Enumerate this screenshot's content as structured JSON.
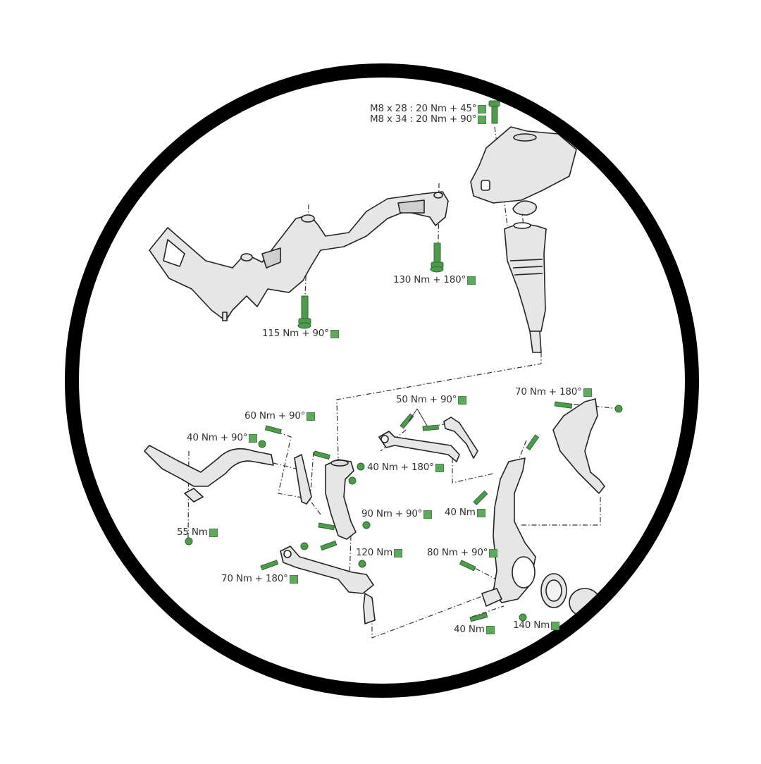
{
  "diagram": {
    "type": "exploded-view",
    "subject": "front axle suspension assembly",
    "colors": {
      "ring": "#000000",
      "part_fill": "#e6e6e6",
      "part_stroke": "#222222",
      "fastener": "#4f9a4f",
      "torque_marker": "#5fa95f",
      "label_text": "#333333"
    },
    "labels": {
      "strut_mount_m8x28": "M8 x 28 : 20 Nm + 45°",
      "strut_mount_m8x34": "M8 x 34 : 20 Nm + 90°",
      "subframe_rear_bolt": "130 Nm + 180°",
      "subframe_front_bolt": "115 Nm + 90°",
      "stabilizer_link_bolt": "60 Nm + 90°",
      "stabilizer_bar_nut": "40 Nm + 90°",
      "upper_links_bolts": "50 Nm + 90°",
      "upper_wishbone_bolt": "70 Nm + 180°",
      "strut_fork_nut": "40 Nm + 180°",
      "knuckle_upper_bolt": "40 Nm",
      "fork_clamp_bolt": "90 Nm + 90°",
      "stabilizer_clamp_nut": "55 Nm",
      "lower_arm_ball_joint_nut": "120 Nm",
      "knuckle_bolt": "80 Nm + 90°",
      "lower_arm_bolt": "70 Nm + 180°",
      "track_rod_nut": "40 Nm",
      "hub_bolt": "140 Nm"
    }
  }
}
